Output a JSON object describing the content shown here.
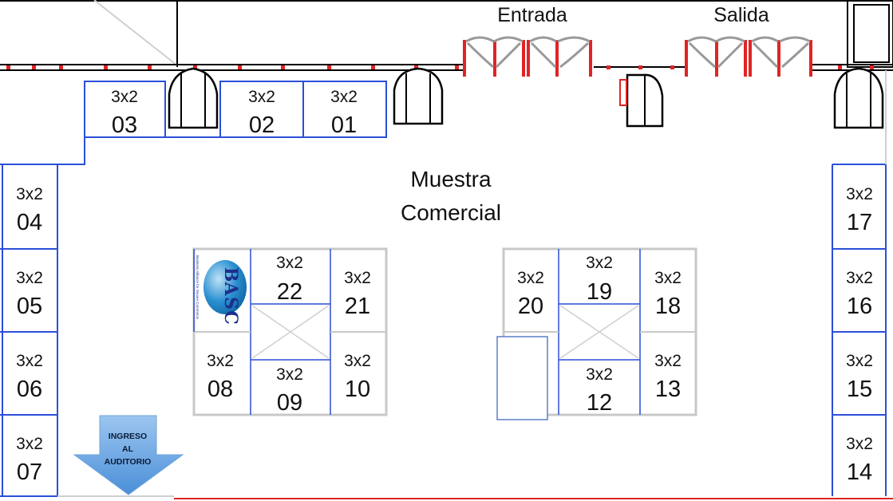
{
  "labels": {
    "entrance": "Entrada",
    "exit": "Salida",
    "area_title_line1": "Muestra",
    "area_title_line2": "Comercial",
    "auditorium_line1": "INGRESO",
    "auditorium_line2": "AL",
    "auditorium_line3": "AUDITORIO",
    "logo_text": "BASC",
    "logo_subtitle": "Business Alliance for Secure Commerce"
  },
  "booths": [
    {
      "id": "03",
      "size": "3x2",
      "number": "03"
    },
    {
      "id": "02",
      "size": "3x2",
      "number": "02"
    },
    {
      "id": "01",
      "size": "3x2",
      "number": "01"
    },
    {
      "id": "04",
      "size": "3x2",
      "number": "04"
    },
    {
      "id": "05",
      "size": "3x2",
      "number": "05"
    },
    {
      "id": "06",
      "size": "3x2",
      "number": "06"
    },
    {
      "id": "07",
      "size": "3x2",
      "number": "07"
    },
    {
      "id": "17",
      "size": "3x2",
      "number": "17"
    },
    {
      "id": "16",
      "size": "3x2",
      "number": "16"
    },
    {
      "id": "15",
      "size": "3x2",
      "number": "15"
    },
    {
      "id": "14",
      "size": "3x2",
      "number": "14"
    },
    {
      "id": "22",
      "size": "3x2",
      "number": "22"
    },
    {
      "id": "21",
      "size": "3x2",
      "number": "21"
    },
    {
      "id": "08",
      "size": "3x2",
      "number": "08"
    },
    {
      "id": "09",
      "size": "3x2",
      "number": "09"
    },
    {
      "id": "10",
      "size": "3x2",
      "number": "10"
    },
    {
      "id": "20",
      "size": "3x2",
      "number": "20"
    },
    {
      "id": "19",
      "size": "3x2",
      "number": "19"
    },
    {
      "id": "18",
      "size": "3x2",
      "number": "18"
    },
    {
      "id": "12",
      "size": "3x2",
      "number": "12"
    },
    {
      "id": "13",
      "size": "3x2",
      "number": "13"
    }
  ],
  "colors": {
    "booth_border_blue": "#2b4fd9",
    "island_border_gray": "#c8c8c8",
    "wall_black": "#000000",
    "door_red": "#e02424",
    "door_arc_gray": "#999999",
    "arrow_blue": "#4a8fd8",
    "logo_blue": "#1f7fc4",
    "logo_dark": "#1c2f8a"
  },
  "icons": {
    "door": "double-swing-door-icon",
    "column": "column-icon",
    "arrow": "down-arrow-icon",
    "logo": "basc-logo"
  }
}
